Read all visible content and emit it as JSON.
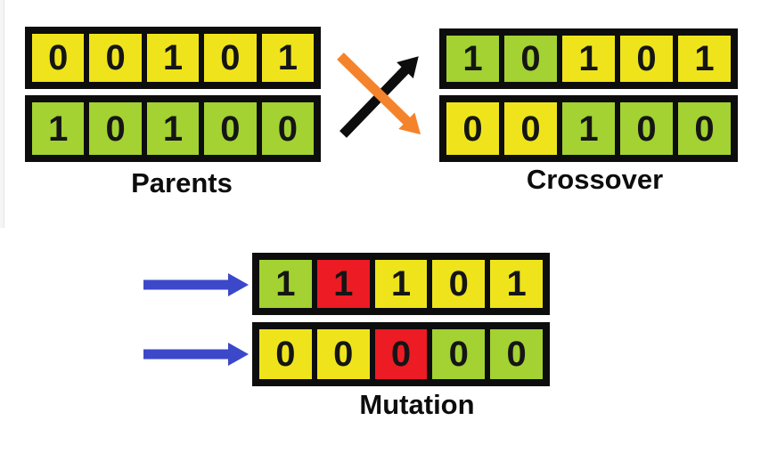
{
  "colors": {
    "yellow": "#EFE41B",
    "green": "#A3D232",
    "red": "#EC1B24",
    "orange": "#F5832B",
    "blue": "#3B48C9",
    "ink": "#0D0D0D"
  },
  "groups": {
    "parents": {
      "label": "Parents",
      "chromosomes": [
        {
          "name": "parent-1",
          "genes": [
            {
              "v": "0",
              "c": "yellow"
            },
            {
              "v": "0",
              "c": "yellow"
            },
            {
              "v": "1",
              "c": "yellow"
            },
            {
              "v": "0",
              "c": "yellow"
            },
            {
              "v": "1",
              "c": "yellow"
            }
          ]
        },
        {
          "name": "parent-2",
          "genes": [
            {
              "v": "1",
              "c": "green"
            },
            {
              "v": "0",
              "c": "green"
            },
            {
              "v": "1",
              "c": "green"
            },
            {
              "v": "0",
              "c": "green"
            },
            {
              "v": "0",
              "c": "green"
            }
          ]
        }
      ]
    },
    "crossover": {
      "label": "Crossover",
      "chromosomes": [
        {
          "name": "offspring-1",
          "genes": [
            {
              "v": "1",
              "c": "green"
            },
            {
              "v": "0",
              "c": "green"
            },
            {
              "v": "1",
              "c": "yellow"
            },
            {
              "v": "0",
              "c": "yellow"
            },
            {
              "v": "1",
              "c": "yellow"
            }
          ]
        },
        {
          "name": "offspring-2",
          "genes": [
            {
              "v": "0",
              "c": "yellow"
            },
            {
              "v": "0",
              "c": "yellow"
            },
            {
              "v": "1",
              "c": "green"
            },
            {
              "v": "0",
              "c": "green"
            },
            {
              "v": "0",
              "c": "green"
            }
          ]
        }
      ]
    },
    "mutation": {
      "label": "Mutation",
      "chromosomes": [
        {
          "name": "mutated-1",
          "genes": [
            {
              "v": "1",
              "c": "green"
            },
            {
              "v": "1",
              "c": "red"
            },
            {
              "v": "1",
              "c": "yellow"
            },
            {
              "v": "0",
              "c": "yellow"
            },
            {
              "v": "1",
              "c": "yellow"
            }
          ]
        },
        {
          "name": "mutated-2",
          "genes": [
            {
              "v": "0",
              "c": "yellow"
            },
            {
              "v": "0",
              "c": "yellow"
            },
            {
              "v": "0",
              "c": "red"
            },
            {
              "v": "0",
              "c": "green"
            },
            {
              "v": "0",
              "c": "green"
            }
          ]
        }
      ]
    }
  },
  "icons": {
    "swap_black_arrow": "black diagonal arrow pointing up-right",
    "swap_orange_arrow": "orange diagonal arrow pointing down-right",
    "mutation_arrow": "blue horizontal arrow pointing right"
  }
}
